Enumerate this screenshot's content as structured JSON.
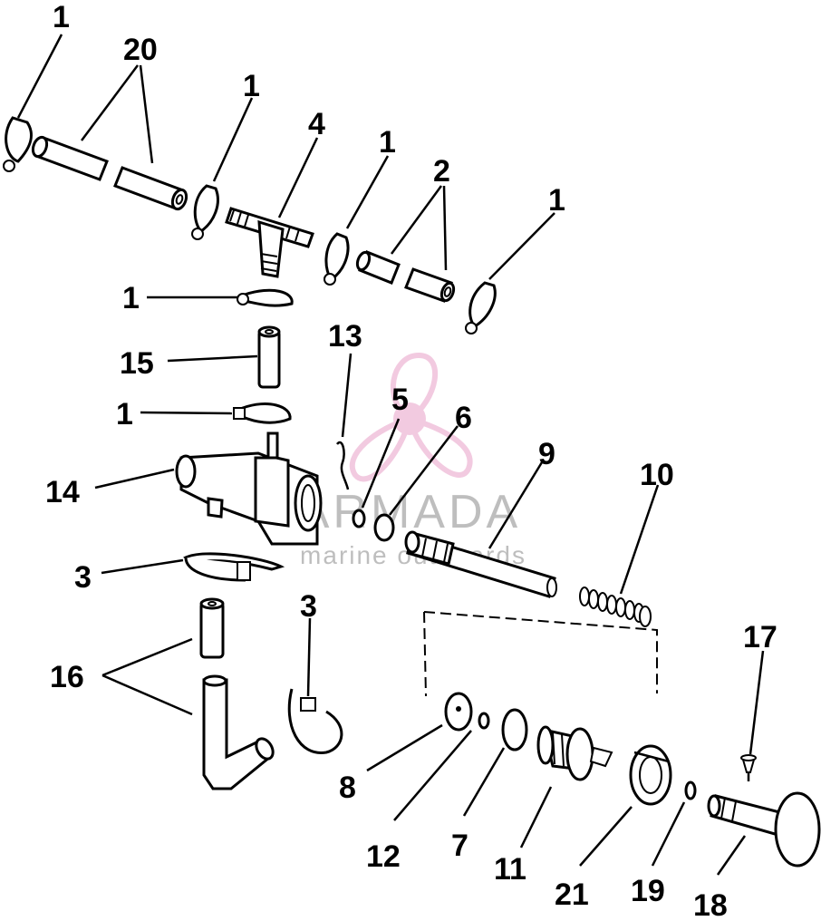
{
  "labels": {
    "l1a": "1",
    "l20": "20",
    "l1b": "1",
    "l4": "4",
    "l1c": "1",
    "l2": "2",
    "l1d": "1",
    "l1e": "1",
    "l15": "15",
    "l1f": "1",
    "l13": "13",
    "l5": "5",
    "l6": "6",
    "l9": "9",
    "l10": "10",
    "l14": "14",
    "l3a": "3",
    "l3b": "3",
    "l16": "16",
    "l17": "17",
    "l8": "8",
    "l12": "12",
    "l7": "7",
    "l11": "11",
    "l21": "21",
    "l19": "19",
    "l18": "18"
  },
  "watermark": {
    "brand": "ARMADA",
    "tagline": "marine outboards",
    "color": "#e8a0c8"
  }
}
